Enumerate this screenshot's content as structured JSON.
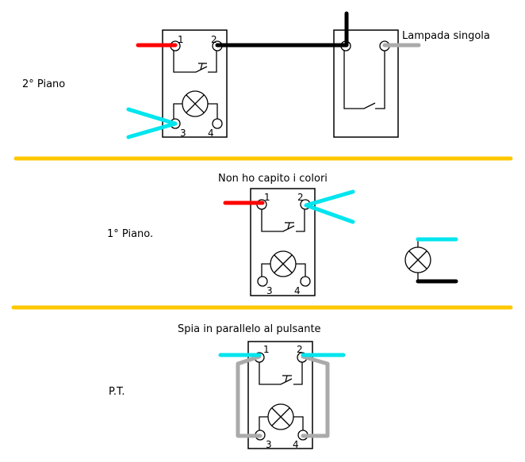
{
  "colors": {
    "phase": "#ff0000",
    "neutral": "#00e5ee",
    "black_wire": "#000000",
    "return_wire": "#aaaaaa",
    "separator": "#ffc800"
  },
  "floors": [
    {
      "label": "2° Piano",
      "note": "Lampada singola",
      "button_terminals": [
        "1",
        "2",
        "3",
        "4"
      ]
    },
    {
      "label": "1° Piano.",
      "note": "Non ho capito i colori",
      "button_terminals": [
        "1",
        "2",
        "3",
        "4"
      ]
    },
    {
      "label": "P.T.",
      "note": "Spia in parallelo al pulsante",
      "button_terminals": [
        "1",
        "2",
        "3",
        "4"
      ]
    }
  ]
}
